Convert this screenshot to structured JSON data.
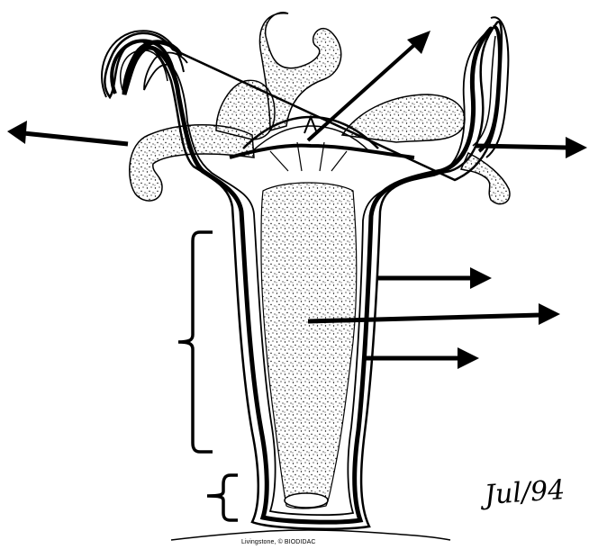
{
  "diagram": {
    "signature": "Jul/94",
    "credit": "Livingstone, © BIODIDAC",
    "colors": {
      "ink": "#000000",
      "paper": "#ffffff"
    },
    "arrows": [
      "pointer-arrow-left",
      "pointer-arrow-up-right",
      "pointer-arrow-right-upper",
      "pointer-arrow-right-outer-wall",
      "pointer-arrow-right-cavity",
      "pointer-arrow-right-inner-wall"
    ],
    "brackets": [
      "brace-body-column",
      "brace-basal-disc"
    ]
  }
}
